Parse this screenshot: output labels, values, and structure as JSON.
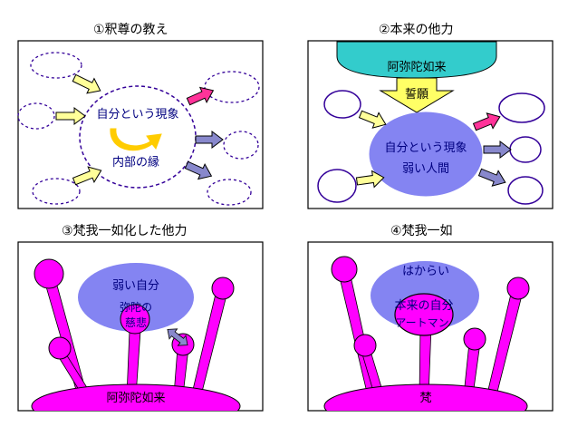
{
  "colors": {
    "frame": "#000000",
    "dashed": "#330099",
    "oval": "#330099",
    "lavender": "#8484f2",
    "magenta": "#ff00ff",
    "teal": "#33cccc",
    "yellow": "#ffff66",
    "white": "#ffffff",
    "yellow_arrow": "#ffff99",
    "magenta_arrow": "#ff3399",
    "gray_arrow": "#8888cc",
    "gold": "#ffcc00"
  },
  "panels": [
    {
      "title": "①釈尊の教え",
      "center_line1": "自分という現象",
      "center_line2": "内部の縁"
    },
    {
      "title": "②本来の他力",
      "top_label": "阿弥陀如来",
      "arrow_label": "誓願",
      "center_line1": "自分という現象",
      "center_line2": "弱い人間"
    },
    {
      "title": "③梵我一如化した他力",
      "cloud_label": "弱い自分",
      "inner_line1": "弥陀の",
      "inner_line2": "慈悲",
      "base_label": "阿弥陀如来"
    },
    {
      "title": "④梵我一如",
      "cloud_label": "はからい",
      "inner_line1": "本来の自分",
      "inner_line2": "アートマン",
      "base_label": "梵"
    }
  ]
}
